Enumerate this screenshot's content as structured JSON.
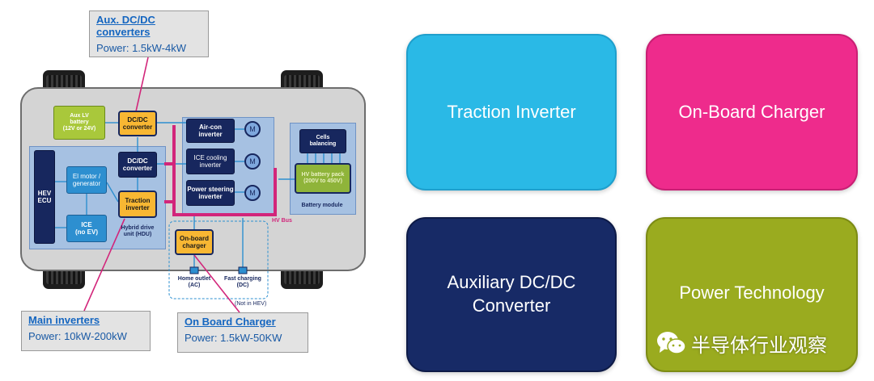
{
  "callouts": {
    "aux": {
      "title_line1": "Aux. DC/DC",
      "title_line2": "converters",
      "power": "Power: 1.5kW-4kW"
    },
    "main": {
      "title": "Main inverters",
      "power": "Power: 10kW-200kW"
    },
    "obc": {
      "title": "On Board Charger",
      "power": "Power: 1.5kW-50KW"
    }
  },
  "components": {
    "aux_lv_battery": {
      "line1": "Aux LV",
      "line2": "battery",
      "line3": "(12V or 24V)"
    },
    "dcdc_top": {
      "line1": "DC/DC",
      "line2": "converter"
    },
    "dcdc_mid": {
      "line1": "DC/DC",
      "line2": "converter"
    },
    "aircon": {
      "line1": "Air-con",
      "line2": "inverter"
    },
    "ice_cooling": {
      "line1": "ICE cooling",
      "line2": "inverter"
    },
    "power_steering": {
      "line1": "Power steering",
      "line2": "inverter"
    },
    "motor_label": "M",
    "hev_ecu": {
      "line1": "HEV",
      "line2": "ECU"
    },
    "el_motor": {
      "line1": "El motor /",
      "line2": "generator"
    },
    "traction": {
      "line1": "Traction",
      "line2": "inverter"
    },
    "ice": {
      "line1": "ICE",
      "line2": "(no EV)"
    },
    "hdu_label": {
      "line1": "Hybrid drive",
      "line2": "unit (HDU)"
    },
    "cells_balancing": {
      "line1": "Cells",
      "line2": "balancing"
    },
    "hv_battery": {
      "line1": "HV battery pack",
      "line2": "(200V to 450V)"
    },
    "battery_module": "Battery module",
    "hv_bus": "HV Bus",
    "onboard_charger": {
      "line1": "On-board",
      "line2": "charger"
    },
    "home_outlet": {
      "line1": "Home outlet",
      "line2": "(AC)"
    },
    "fast_charging": {
      "line1": "Fast charging",
      "line2": "(DC)"
    },
    "not_in_hev": "(Not in HEV)"
  },
  "tiles": {
    "traction_inverter": "Traction Inverter",
    "onboard_charger": "On-Board Charger",
    "aux_dcdc_line1": "Auxiliary DC/DC",
    "aux_dcdc_line2": "Converter",
    "power_technology": "Power Technology"
  },
  "watermark": {
    "text": "半导体行业观察",
    "icon": "wechat-icon"
  },
  "colors": {
    "traction_tile": "#2ab9e6",
    "onboard_tile": "#ee2b8c",
    "aux_tile": "#172a66",
    "power_tile": "#9aab1f",
    "hv_bus": "#d2257a",
    "navy": "#17275e",
    "orange": "#f8b733"
  }
}
